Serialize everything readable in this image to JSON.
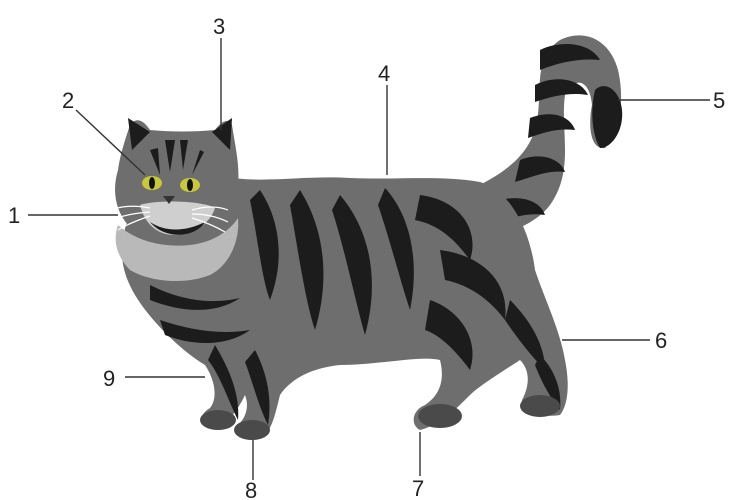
{
  "diagram": {
    "subject": "cat-illustration",
    "colors": {
      "fur_light": "#6e6e6e",
      "fur_dark": "#1c1c1c",
      "chest": "#b9b9b9",
      "eyes": "#c8c838",
      "leader": "#333333"
    },
    "labels": [
      {
        "id": "1",
        "text": "1"
      },
      {
        "id": "2",
        "text": "2"
      },
      {
        "id": "3",
        "text": "3"
      },
      {
        "id": "4",
        "text": "4"
      },
      {
        "id": "5",
        "text": "5"
      },
      {
        "id": "6",
        "text": "6"
      },
      {
        "id": "7",
        "text": "7"
      },
      {
        "id": "8",
        "text": "8"
      },
      {
        "id": "9",
        "text": "9"
      }
    ]
  }
}
